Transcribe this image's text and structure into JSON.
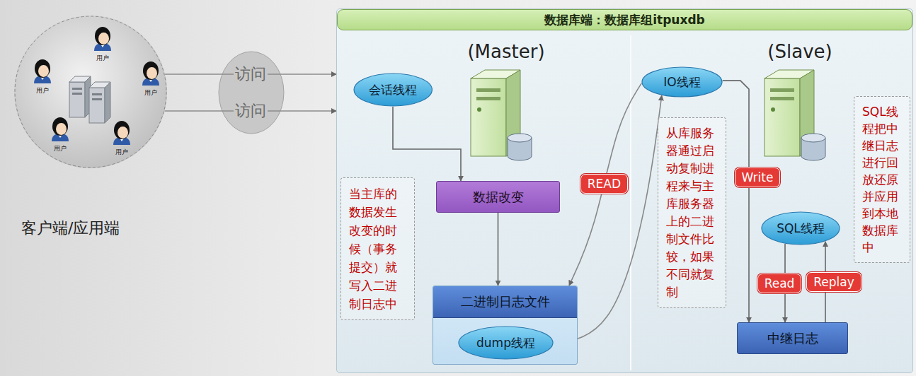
{
  "diagram": {
    "nodes": [
      {
        "text": [
          "用户",
          "用户",
          "用户",
          "用户",
          "用户"
        ]
      },
      {
        "text": [
          "数据库端：数据库组itpuxdb"
        ]
      },
      {
        "text": [
          "会话线程"
        ],
        "in": 1
      },
      {
        "text": [
          "数据改变"
        ],
        "in": 1
      },
      {
        "text": [
          "当主库的数据发生改变的时候（事务提交）就写入二进制日志中"
        ],
        "in": 1
      },
      {
        "text": [
          "二进制日志文件"
        ],
        "in": 1
      },
      {
        "text": [
          "dump线程"
        ],
        "in": 5
      },
      {
        "text": [
          "IO线程"
        ],
        "in": 1
      },
      {
        "text": [
          "从库服务器通过启动复制进程来与主库服务器上的二进制文件比较，如果不同就复制"
        ],
        "in": 1
      },
      {
        "text": [
          "SQL线程"
        ],
        "in": 1
      },
      {
        "text": [
          "中继日志"
        ],
        "in": 1
      },
      {
        "text": [
          "SQL线程把中继日志进行回放还原并应用到本地数据库中"
        ],
        "in": 1
      }
    ],
    "edges": [
      {
        "from": 0,
        "to": 1,
        "label": "访问",
        "arrow": "to"
      },
      {
        "from": 0,
        "to": 1,
        "label": "访问",
        "arrow": "to"
      },
      {
        "from": 2,
        "to": 3,
        "arrow": "to"
      },
      {
        "from": 3,
        "to": 5,
        "arrow": "to"
      },
      {
        "from": 7,
        "to": 5,
        "label": "READ",
        "arrow": "to"
      },
      {
        "from": 6,
        "to": 7,
        "arrow": "to"
      },
      {
        "from": 7,
        "to": 10,
        "label": "Write",
        "arrow": "to"
      },
      {
        "from": 9,
        "to": 10,
        "label": "Read",
        "arrow": "to"
      },
      {
        "from": 10,
        "to": 9,
        "label": "Replay",
        "arrow": "to"
      }
    ],
    "labels": [
      "客户端/应用端",
      "(Master)",
      "(Slave)"
    ]
  }
}
